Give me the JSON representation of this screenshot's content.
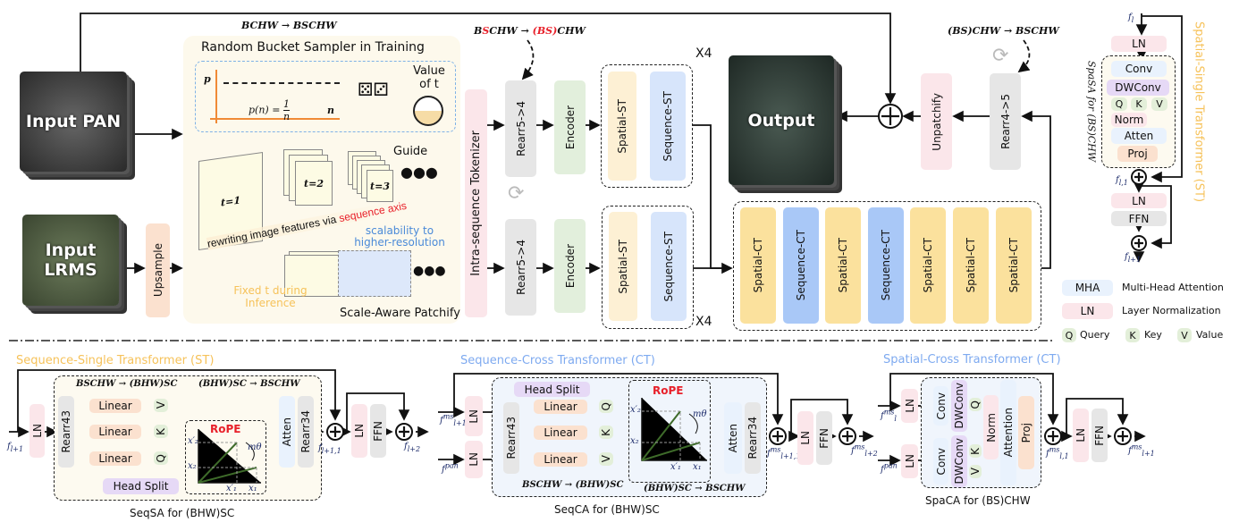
{
  "top": {
    "input_pan": "Input PAN",
    "input_lrms": "Input LRMS",
    "upsample": "Upsample",
    "shape_in": "BCHW → BSCHW",
    "sampler": {
      "title": "Random Bucket Sampler in Training",
      "p": "p",
      "n": "n",
      "formula_lhs": "p(n) =",
      "formula_num": "1",
      "formula_den": "n",
      "value_of_t": "Value of t",
      "guide": "Guide",
      "t1": "t=1",
      "t2": "t=2",
      "t3": "t=3",
      "rewriting_prefix": "rewriting image features via",
      "rewriting_highlight": "sequence axis",
      "scalability": "scalability to higher-resolution",
      "fixed_t": "Fixed t during Inference",
      "patchify": "Scale-Aware Patchify"
    },
    "tokenizer": "Intra-sequence Tokenizer",
    "rearr_shape": {
      "a": "B",
      "b": "S",
      "c": "CHW → ",
      "d": "(BS)",
      "e": "CHW"
    },
    "rearr54": "Rearr5->4",
    "encoder": "Encoder",
    "spatial_st": "Spatial-ST",
    "sequence_st": "Sequence-ST",
    "x4": "X4",
    "output": "Output",
    "unpatchify": "Unpatchify",
    "rearr45": "Rearr4->5",
    "rearr_back_shape": "(BS)CHW → BSCHW",
    "ct_blocks": [
      "Spatial-CT",
      "Sequence-CT",
      "Spatial-CT",
      "Sequence-CT",
      "Spatial-CT",
      "Spatial-CT",
      "Spatial-CT"
    ]
  },
  "st_panel": {
    "title": "Spatial-Single Transformer (ST)",
    "side_label": "SpaSA for (BS)CHW",
    "f_in": "l",
    "f_mid": "l,1",
    "f_out": "l+1",
    "ln": "LN",
    "conv": "Conv",
    "dwconv": "DWConv",
    "q": "Q",
    "k": "K",
    "v": "V",
    "norm": "Norm",
    "atten": "Atten",
    "proj": "Proj",
    "ffn": "FFN"
  },
  "legend": [
    {
      "key": "MHA",
      "label": "Multi-Head Attention"
    },
    {
      "key": "LN",
      "label": "Layer Normalization"
    }
  ],
  "legend_qkv": [
    {
      "key": "Q",
      "label": "Query"
    },
    {
      "key": "K",
      "label": "Key"
    },
    {
      "key": "V",
      "label": "Value"
    }
  ],
  "seq_st": {
    "title": "Sequence-Single Transformer (ST)",
    "caption": "SeqSA for (BHW)SC",
    "shape_a": "BSCHW → (BHW)SC",
    "shape_b": "(BHW)SC → BSCHW",
    "ln": "LN",
    "rearr43": "Rearr43",
    "linear": "Linear",
    "v": "V",
    "k": "K",
    "q": "Q",
    "head_split": "Head Split",
    "rope": "RoPE",
    "atten": "Atten",
    "rearr34": "Rearr34",
    "ffn": "FFN",
    "f_in": "l+1",
    "f_mid": "l+1,1",
    "f_out": "l+2",
    "x2p": "x′₂",
    "x2": "x₂",
    "x1p": "x′₁",
    "x1": "x₁",
    "mtheta": "mθ"
  },
  "seq_ct": {
    "title": "Sequence-Cross Transformer (CT)",
    "caption": "SeqCA for (BHW)SC",
    "shape_a": "BSCHW → (BHW)SC",
    "shape_b": "(BHW)SC → BSCHW",
    "ln": "LN",
    "rearr43": "Rearr43",
    "linear": "Linear",
    "q": "Q",
    "k": "K",
    "v": "V",
    "head_split": "Head Split",
    "rope": "RoPE",
    "atten": "Atten",
    "rearr34": "Rearr34",
    "ffn": "FFN",
    "ms": "ms",
    "pan": "pan",
    "f_in": "l+1",
    "f_mid": "l+1,1",
    "f_out": "l+2",
    "x2p": "x′₂",
    "x2": "x₂",
    "x1p": "x′₁",
    "x1": "x₁",
    "mtheta": "mθ"
  },
  "spa_ct": {
    "title": "Spatial-Cross Transformer (CT)",
    "caption": "SpaCA for (BS)CHW",
    "ln": "LN",
    "conv": "Conv",
    "dwconv": "DWConv",
    "q": "Q",
    "k": "K",
    "v": "V",
    "norm": "Norm",
    "attention": "Attention",
    "proj": "Proj",
    "ffn": "FFN",
    "ms": "ms",
    "pan": "pan",
    "f_in": "l",
    "f_mid": "l,1",
    "f_out": "l+1"
  },
  "colors": {
    "st_title": "#f6c25a",
    "ct_title": "#7eaaf0",
    "red": "#e8202a"
  }
}
